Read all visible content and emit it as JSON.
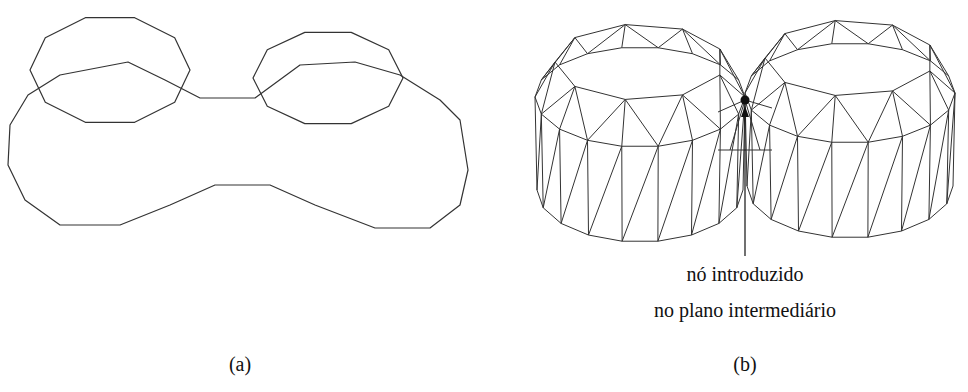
{
  "diagram": {
    "labels": [
      "nó introduzido",
      "no plano intermediário",
      "(a)",
      "(b)"
    ]
  }
}
